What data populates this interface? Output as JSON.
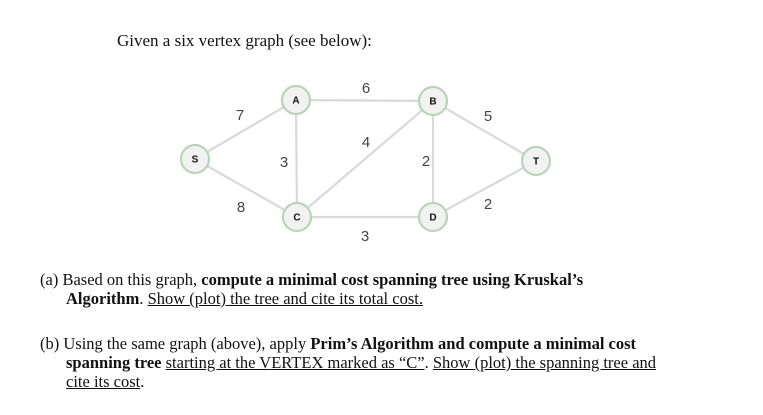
{
  "intro": "Given a six vertex graph (see below):",
  "graph": {
    "nodes": [
      {
        "id": "S",
        "label": "S"
      },
      {
        "id": "A",
        "label": "A"
      },
      {
        "id": "B",
        "label": "B"
      },
      {
        "id": "C",
        "label": "C"
      },
      {
        "id": "D",
        "label": "D"
      },
      {
        "id": "T",
        "label": "T"
      }
    ],
    "edges": [
      {
        "from": "S",
        "to": "A",
        "weight": "7"
      },
      {
        "from": "S",
        "to": "C",
        "weight": "8"
      },
      {
        "from": "A",
        "to": "B",
        "weight": "6"
      },
      {
        "from": "A",
        "to": "C",
        "weight": "3"
      },
      {
        "from": "C",
        "to": "B",
        "weight": "4"
      },
      {
        "from": "C",
        "to": "D",
        "weight": "3"
      },
      {
        "from": "B",
        "to": "D",
        "weight": "2"
      },
      {
        "from": "B",
        "to": "T",
        "weight": "5"
      },
      {
        "from": "D",
        "to": "T",
        "weight": "2"
      }
    ]
  },
  "question_a": {
    "prefix": "(a) Based on this graph, ",
    "bold": "compute a minimal cost spanning tree using Kruskal’s",
    "bold2": "Algorithm",
    "mid": ". ",
    "underlined": "Show (plot) the tree and cite its total cost."
  },
  "question_b": {
    "prefix": "(b) Using the same graph (above), apply ",
    "bold": "Prim’s Algorithm and compute a minimal cost",
    "bold2": "spanning tree",
    "space": " ",
    "underlined1": "starting at the VERTEX marked as “C”",
    "mid": ". ",
    "underlined2a": "Show (plot) the spanning tree and",
    "underlined2b": "cite its cost",
    "end": "."
  }
}
